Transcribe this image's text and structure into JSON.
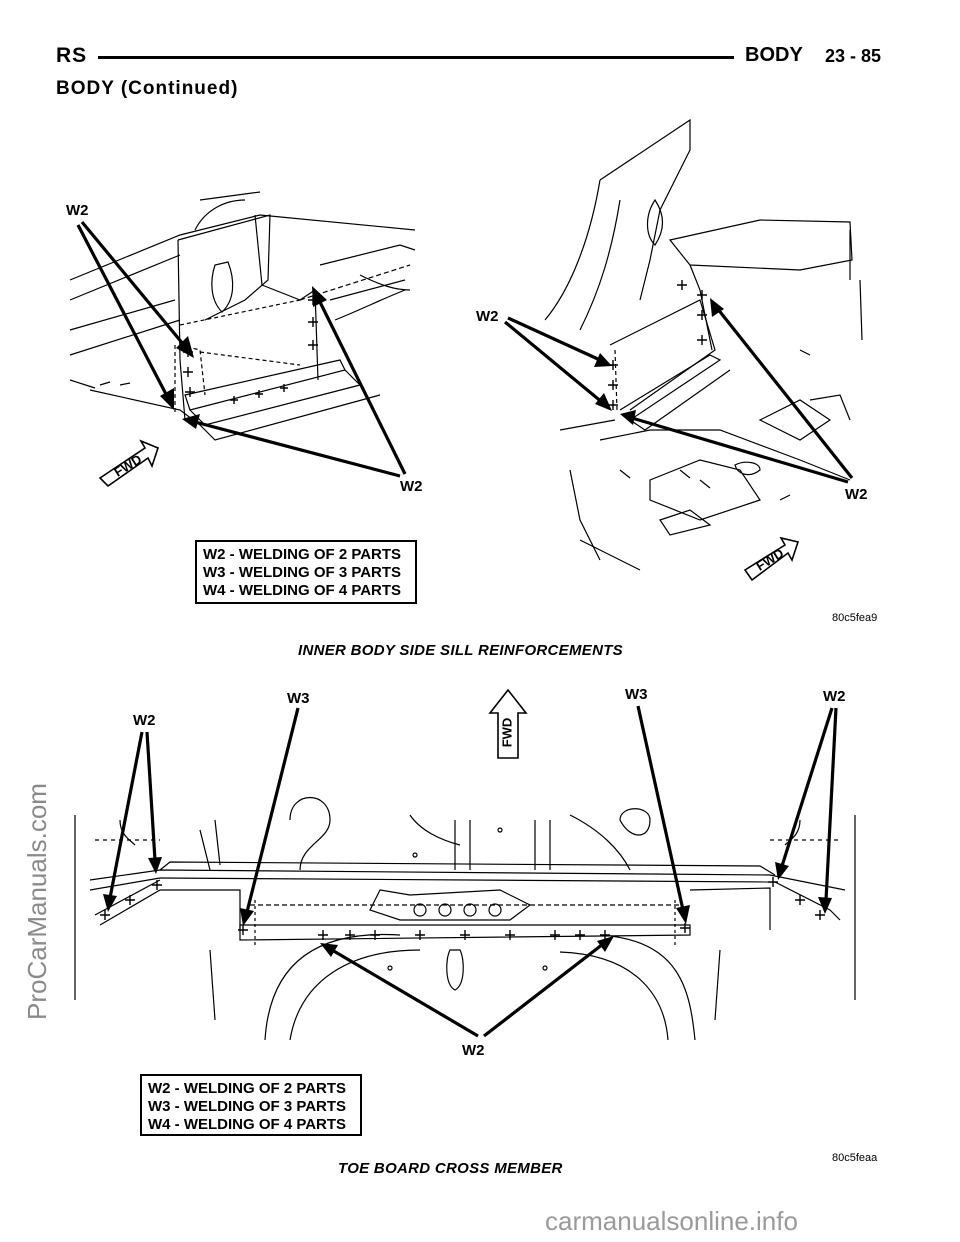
{
  "header": {
    "left": "RS",
    "center": "BODY",
    "page": "23 - 85"
  },
  "section_title": "BODY (Continued)",
  "figure1": {
    "labels": {
      "w2_top_left": "W2",
      "w2_bottom_left": "W2",
      "w2_mid_right": "W2",
      "w2_bottom_right": "W2"
    },
    "fwd_left": "FWD",
    "fwd_right": "FWD",
    "legend": [
      "W2 - WELDING OF 2 PARTS",
      "W3 - WELDING OF 3 PARTS",
      "W4 - WELDING OF 4 PARTS"
    ],
    "code": "80c5fea9",
    "caption": "INNER BODY SIDE SILL REINFORCEMENTS"
  },
  "figure2": {
    "labels": {
      "w2_left": "W2",
      "w3_left": "W3",
      "w3_right": "W3",
      "w2_right": "W2",
      "w2_bottom": "W2"
    },
    "fwd": "FWD",
    "legend": [
      "W2 - WELDING OF 2 PARTS",
      "W3 - WELDING OF 3 PARTS",
      "W4 - WELDING OF 4 PARTS"
    ],
    "code": "80c5feaa",
    "caption": "TOE BOARD CROSS MEMBER"
  },
  "watermarks": {
    "side": "ProCarManuals.com",
    "footer": "carmanualsonline.info"
  }
}
